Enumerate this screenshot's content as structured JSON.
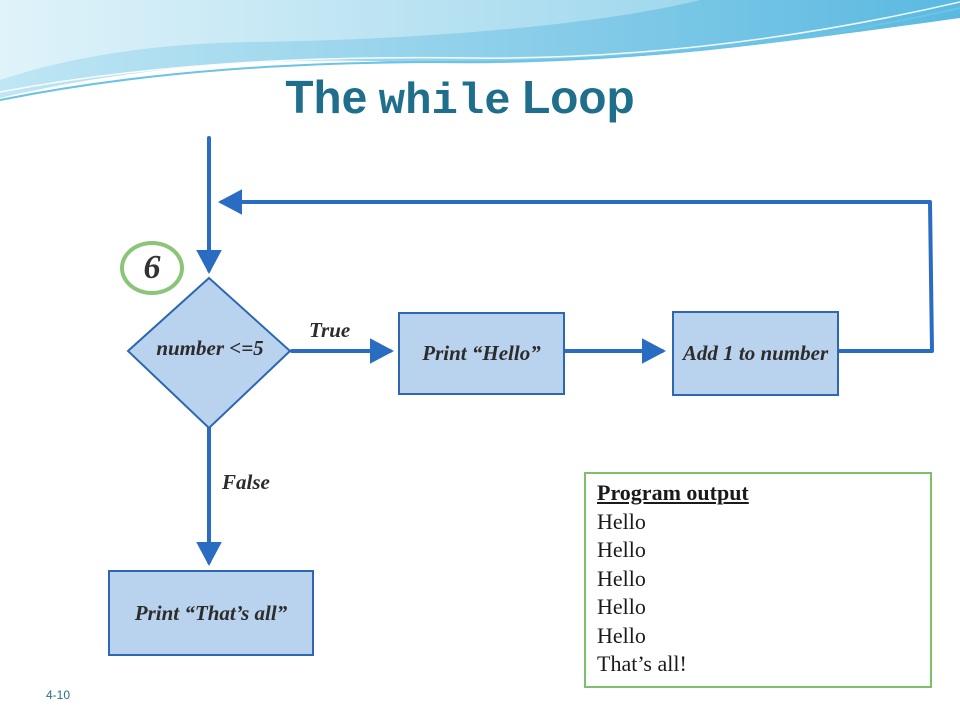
{
  "title": {
    "prefix": "The",
    "code": "while",
    "suffix": "Loop"
  },
  "flowchart": {
    "decision": "number <=5",
    "counter": "6",
    "true_label": "True",
    "false_label": "False",
    "steps": [
      "Print “Hello”",
      "Add 1 to number",
      "Print “That’s all”"
    ]
  },
  "output_panel": {
    "title": "Program output",
    "lines": [
      "Hello",
      "Hello",
      "Hello",
      "Hello",
      "Hello",
      "That’s all!"
    ]
  },
  "slide_number": "4-10",
  "colors": {
    "title": "#1f6e8c",
    "box_fill": "#b9d3ee",
    "box_border": "#2d67b0",
    "arrow": "#2a6cc2",
    "counter_ring": "#8cc47a",
    "output_border": "#7ac16a"
  }
}
